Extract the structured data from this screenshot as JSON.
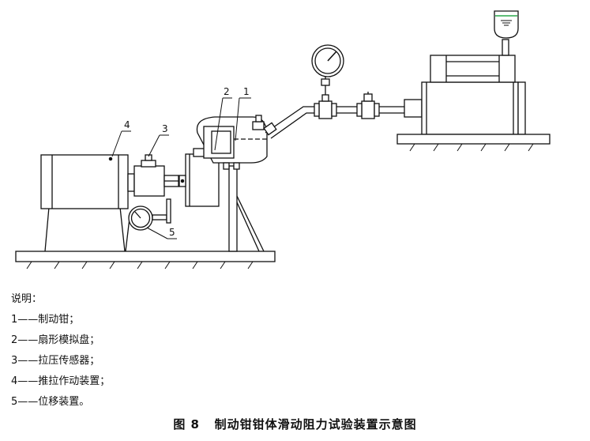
{
  "diagram": {
    "callouts": [
      "1",
      "2",
      "3",
      "4",
      "5"
    ]
  },
  "legend": {
    "heading": "说明：",
    "items": [
      {
        "num": "1",
        "dash": "——",
        "text": "制动钳；"
      },
      {
        "num": "2",
        "dash": "——",
        "text": "扇形模拟盘；"
      },
      {
        "num": "3",
        "dash": "——",
        "text": "拉压传感器；"
      },
      {
        "num": "4",
        "dash": "——",
        "text": "推拉作动装置；"
      },
      {
        "num": "5",
        "dash": "——",
        "text": "位移装置。"
      }
    ]
  },
  "caption": {
    "figure_no": "图 8",
    "title": "制动钳钳体滑动阻力试验装置示意图"
  }
}
